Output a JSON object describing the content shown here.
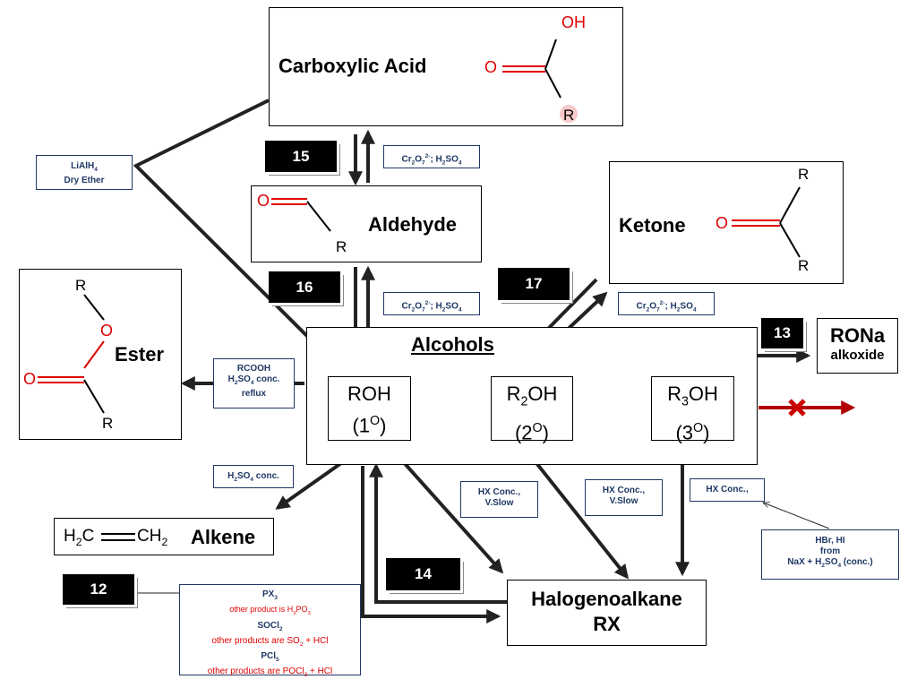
{
  "carboxylic_acid": {
    "name": "Carboxylic Acid",
    "oh": "OH",
    "o": "O",
    "r": "R"
  },
  "aldehyde": {
    "name": "Aldehyde",
    "o": "O",
    "r": "R"
  },
  "ketone": {
    "name": "Ketone",
    "o": "O",
    "r_top": "R",
    "r_bottom": "R"
  },
  "ester": {
    "name": "Ester",
    "o_top": "O",
    "o_side": "O",
    "r_top": "R",
    "r_bottom": "R"
  },
  "alcohols": {
    "title": "Alcohols",
    "primary": {
      "formula": "ROH",
      "degree": "(1",
      "degree_sup": "O",
      "close": ")"
    },
    "secondary": {
      "formula_a": "R",
      "formula_sub": "2",
      "formula_b": "OH",
      "degree": "(2",
      "degree_sup": "O",
      "close": ")"
    },
    "tertiary": {
      "formula_a": "R",
      "formula_sub": "3",
      "formula_b": "OH",
      "degree": "(3",
      "degree_sup": "O",
      "close": ")"
    }
  },
  "rona": {
    "name": "RONa",
    "sub": "alkoxide"
  },
  "alkene": {
    "h2c": "H",
    "h2c_sub": "2",
    "h2c_c": "C",
    "ch2_c": "CH",
    "ch2_sub": "2",
    "name": "Alkene"
  },
  "haloalkane": {
    "line1": "Halogenoalkane",
    "line2": "RX"
  },
  "badges": {
    "b15": "15",
    "b16": "16",
    "b17": "17",
    "b13": "13",
    "b14": "14",
    "b12": "12"
  },
  "reagents": {
    "lialh4": {
      "line1": "LiAlH",
      "line1_sub": "4",
      "line2": "Dry Ether"
    },
    "cr_top": {
      "a": "Cr",
      "a_sub": "2",
      "b": "O",
      "b_sub": "7",
      "b_sup": "2-",
      "c": "; H",
      "c_sub": "2",
      "d": "SO",
      "d_sub": "4"
    },
    "rcooh": {
      "line1": "RCOOH",
      "line2_a": "H",
      "line2_sub": "2",
      "line2_b": "SO",
      "line2_sub2": "4",
      "line2_c": " conc.",
      "line3": "reflux"
    },
    "h2so4": {
      "a": "H",
      "a_sub": "2",
      "b": "SO",
      "b_sub": "4",
      "c": " conc."
    },
    "hx1": {
      "line1": "HX Conc.,",
      "line2": "V.Slow"
    },
    "hx2": {
      "line1": "HX Conc.,",
      "line2": "V.Slow"
    },
    "hx3": {
      "line1": "HX Conc.,"
    },
    "hbr": {
      "line1": "HBr, HI",
      "line2": "from",
      "line3_a": "NaX + H",
      "line3_sub": "2",
      "line3_b": "SO",
      "line3_sub2": "4",
      "line3_c": "  (conc.)"
    }
  },
  "px": {
    "px3_a": "PX",
    "px3_sub": "3",
    "px3_note_a": "other product is H",
    "px3_note_sub": "3",
    "px3_note_b": "PO",
    "px3_note_sub2": "3",
    "socl2_a": "SOCl",
    "socl2_sub": "2",
    "socl2_note": "other products are SO",
    "socl2_note_sub": "2",
    "socl2_note_b": " + HCl",
    "pcl5_a": "PCl",
    "pcl5_sub": "5",
    "pcl5_note_a": "other products are POCl",
    "pcl5_note_sub": "3",
    "pcl5_note_b": " + HCl"
  },
  "colors": {
    "arrow": "#222222",
    "reagent_text": "#1f3864",
    "red": "#e00000",
    "cross": "#cc0000"
  }
}
